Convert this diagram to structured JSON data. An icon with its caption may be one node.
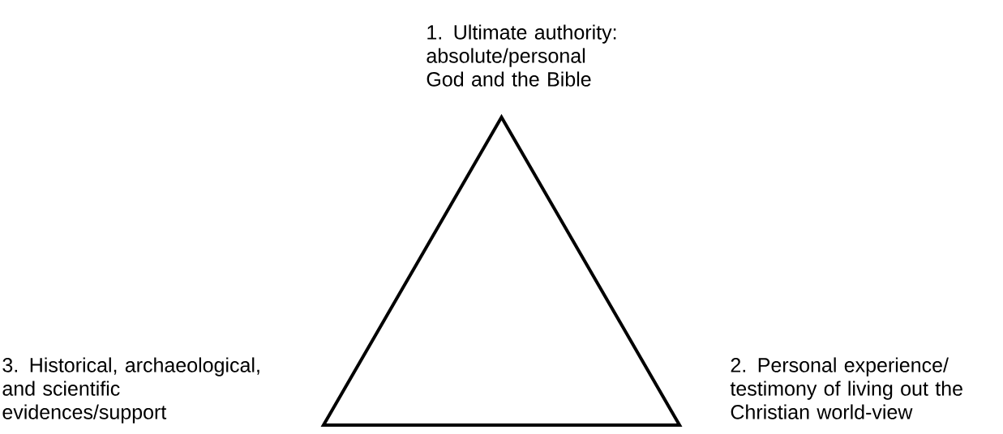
{
  "diagram": {
    "nodes": [
      {
        "text": [],
        "shape": "triangle",
        "beside": [
          "1. Ultimate authority: absolute/personal God and the Bible",
          "3. Historical, archaeological, and scientific evidences/support",
          "2. Personal experience/ testimony of living out the Christian world-view"
        ]
      }
    ]
  }
}
